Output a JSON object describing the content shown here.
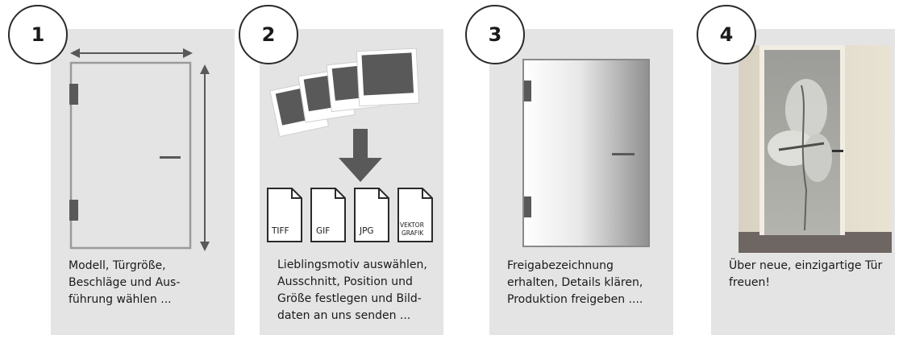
{
  "steps": [
    {
      "number": "1",
      "caption": "Modell, Türgröße,\nBeschläge und Aus-\nführung wählen ..."
    },
    {
      "number": "2",
      "caption": "Lieblingsmotiv auswählen,\nAusschnitt, Position und\nGröße festlegen und Bild-\ndaten an uns senden ...",
      "formats": [
        "TIFF",
        "GIF",
        "JPG"
      ],
      "format_vector_line1": "VEKTOR",
      "format_vector_line2": "GRAFIK"
    },
    {
      "number": "3",
      "caption": "Freigabezeichnung\nerhalten, Details klären,\nProduktion freigeben ...."
    },
    {
      "number": "4",
      "caption": "Über neue, einzigartige Tür\nfreuen!"
    }
  ],
  "colors": {
    "panel": "#e4e4e4",
    "dark": "#595959",
    "outline": "#9a9a9a"
  }
}
